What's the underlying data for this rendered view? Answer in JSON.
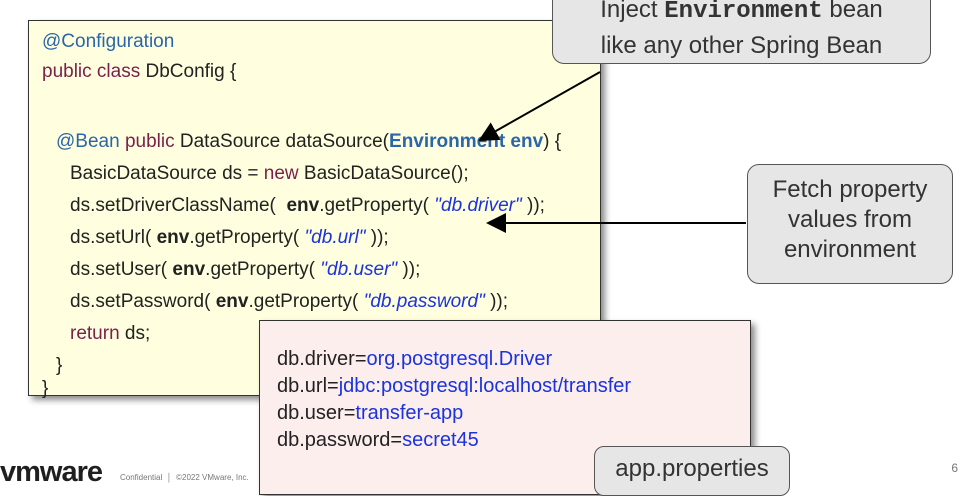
{
  "code": {
    "l1": "@Configuration",
    "l2_kw": "public class",
    "l2_rest": " DbConfig {",
    "l3_ann": "@Bean",
    "l3_kw": "public",
    "l3_a": " DataSource dataSource(",
    "l3_type": "Environment env",
    "l3_b": ") {",
    "l4_a": "BasicDataSource ds = ",
    "l4_kw": "new",
    "l4_b": " BasicDataSource();",
    "l5_a": "ds.setDriverClassName(  ",
    "l5_env": "env",
    "l5_b": ".getProperty( ",
    "l5_str": "\"db.driver\"",
    "l5_c": " ));",
    "l6_a": "ds.setUrl( ",
    "l6_env": "env",
    "l6_b": ".getProperty( ",
    "l6_str": "\"db.url\"",
    "l6_c": " ));",
    "l7_a": "ds.setUser( ",
    "l7_env": "env",
    "l7_b": ".getProperty( ",
    "l7_str": "\"db.user\"",
    "l7_c": " ));",
    "l8_a": "ds.setPassword( ",
    "l8_env": "env",
    "l8_b": ".getProperty( ",
    "l8_str": "\"db.password\"",
    "l8_c": " ));",
    "l9_kw": "return",
    "l9_rest": " ds;",
    "l10": "}",
    "l11": "}"
  },
  "properties": [
    {
      "key": "db.driver=",
      "value": "org.postgresql.Driver"
    },
    {
      "key": "db.url=",
      "value": "jdbc:postgresql:localhost/transfer"
    },
    {
      "key": "db.user=",
      "value": "transfer-app"
    },
    {
      "key": "db.password=",
      "value": "secret45"
    }
  ],
  "callouts": {
    "inject_a": "Inject ",
    "inject_mono": "Environment",
    "inject_b": " bean",
    "inject_line2": "like any other Spring Bean",
    "fetch_l1": "Fetch property",
    "fetch_l2": "values from",
    "fetch_l3": "environment",
    "file_label": "app.properties"
  },
  "footer": {
    "logo": "vmware",
    "confidential": "Confidential  │  ©2022 VMware, Inc.",
    "page": "6"
  }
}
